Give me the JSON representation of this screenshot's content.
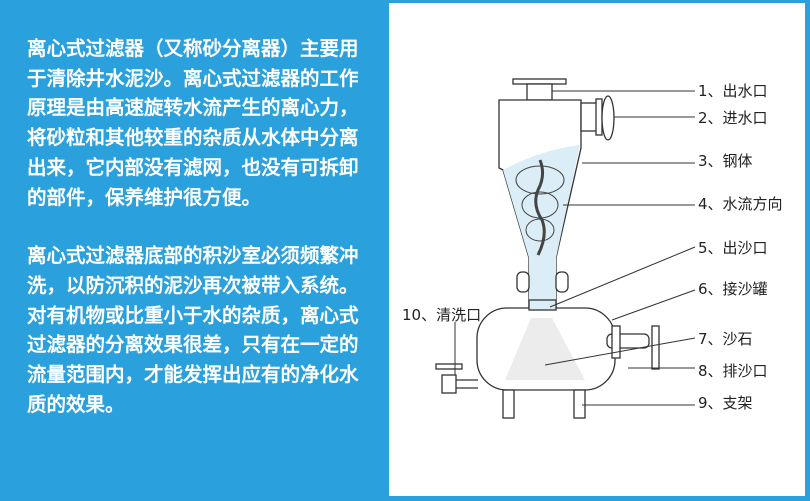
{
  "description_panel": {
    "paragraphs": [
      "离心式过滤器（又称砂分离器）主要用于清除井水泥沙。离心式过滤器的工作原理是由高速旋转水流产生的离心力，将砂粒和其他较重的杂质从水体中分离出来，它内部没有滤网，也没有可拆卸的部件，保养维护很方便。",
      "离心式过滤器底部的积沙室必须频繁冲洗，以防沉积的泥沙再次被带入系统。对有机物或比重小于水的杂质，离心式过滤器的分离效果很差，只有在一定的流量范围内，才能发挥出应有的净化水质的效果。"
    ]
  },
  "diagram": {
    "labels": [
      "1、出水口",
      "2、进水口",
      "3、钢体",
      "4、水流方向",
      "5、出沙口",
      "6、接沙罐",
      "7、沙石",
      "8、排沙口",
      "9、支架",
      "10、清洗口"
    ],
    "colors": {
      "background": "#2aa0dc",
      "water": "#dbeef8",
      "line": "#333333"
    }
  }
}
